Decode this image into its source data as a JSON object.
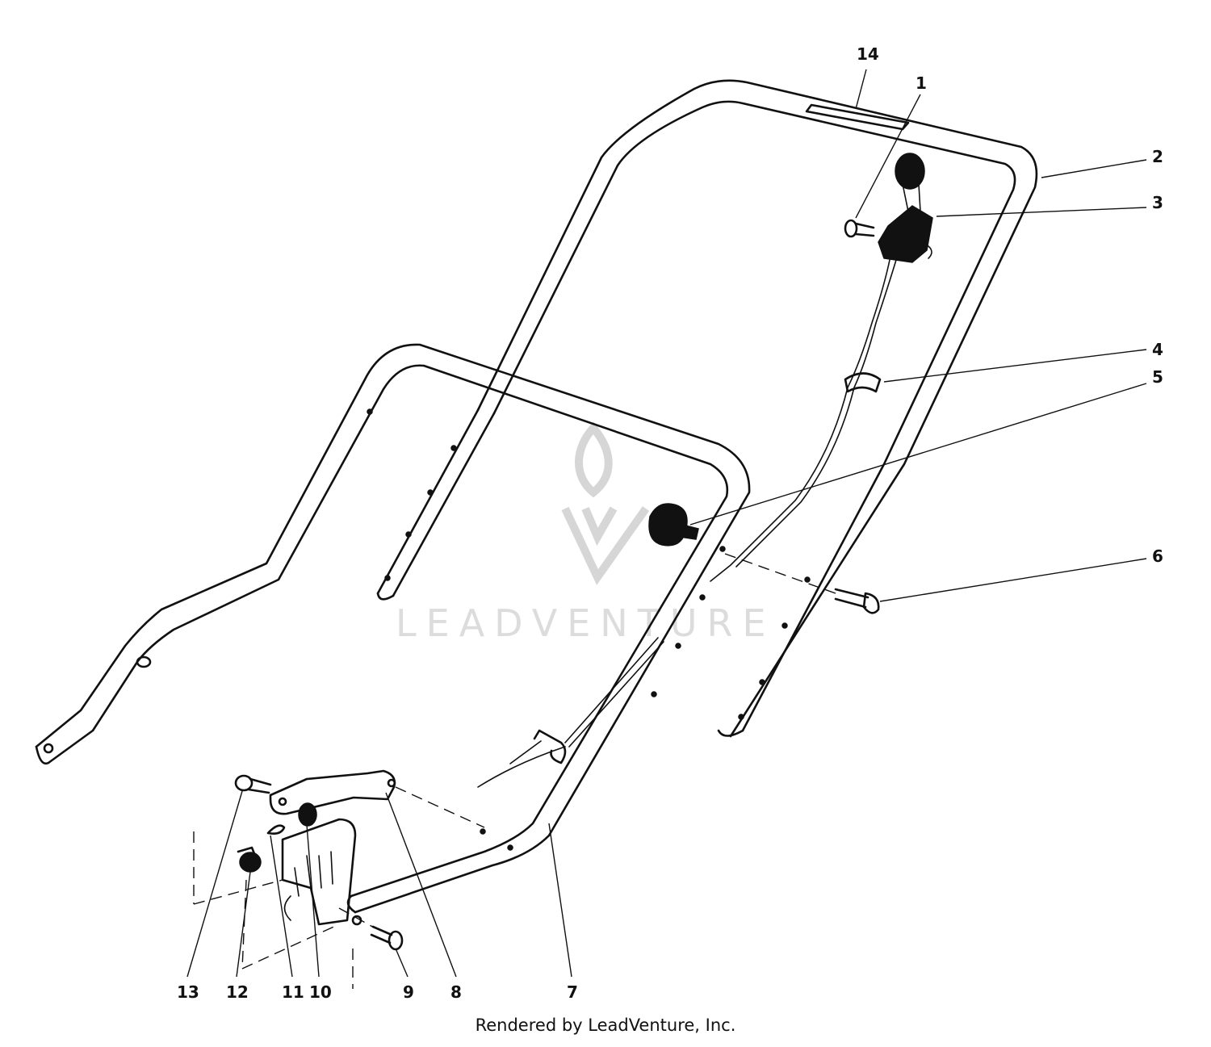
{
  "diagram": {
    "callouts": [
      {
        "id": "1",
        "label": "1"
      },
      {
        "id": "2",
        "label": "2"
      },
      {
        "id": "3",
        "label": "3"
      },
      {
        "id": "4",
        "label": "4"
      },
      {
        "id": "5",
        "label": "5"
      },
      {
        "id": "6",
        "label": "6"
      },
      {
        "id": "7",
        "label": "7"
      },
      {
        "id": "8",
        "label": "8"
      },
      {
        "id": "9",
        "label": "9"
      },
      {
        "id": "10",
        "label": "10"
      },
      {
        "id": "11",
        "label": "11"
      },
      {
        "id": "12",
        "label": "12"
      },
      {
        "id": "13",
        "label": "13"
      },
      {
        "id": "14",
        "label": "14"
      }
    ]
  },
  "watermark": {
    "text": "LEADVENTURE"
  },
  "footer": {
    "credit": "Rendered by LeadVenture, Inc."
  }
}
